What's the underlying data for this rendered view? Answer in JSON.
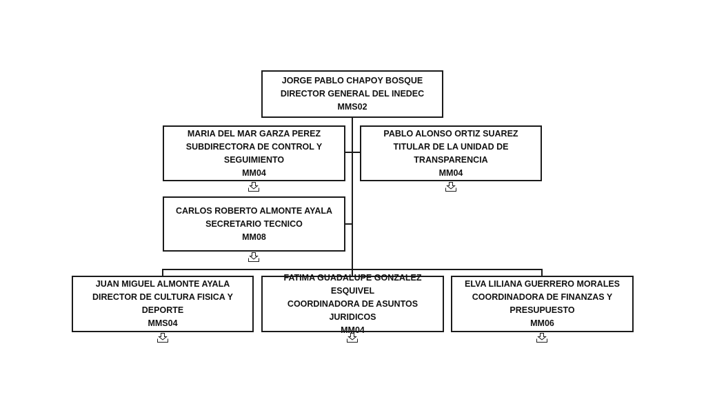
{
  "colors": {
    "line": "#1a1a1a",
    "box_border": "#1a1a1a",
    "text": "#111111",
    "background": "#ffffff"
  },
  "nodes": {
    "director_general": {
      "name": "JORGE PABLO CHAPOY BOSQUE",
      "title": "DIRECTOR GENERAL DEL INEDEC",
      "code": "MMS02"
    },
    "subdirectora_control": {
      "name": "MARIA DEL MAR GARZA PEREZ",
      "title_line1": "SUBDIRECTORA DE CONTROL Y",
      "title_line2": "SEGUIMIENTO",
      "code": "MM04"
    },
    "titular_transparencia": {
      "name": "PABLO ALONSO ORTIZ SUAREZ",
      "title_line1": "TITULAR DE LA UNIDAD DE",
      "title_line2": "TRANSPARENCIA",
      "code": "MM04"
    },
    "secretario_tecnico": {
      "name": "CARLOS ROBERTO ALMONTE AYALA",
      "title": "SECRETARIO TECNICO",
      "code": "MM08"
    },
    "director_cultura_fisica": {
      "name": "JUAN MIGUEL ALMONTE AYALA",
      "title": "DIRECTOR DE CULTURA FISICA Y DEPORTE",
      "code": "MMS04"
    },
    "coordinadora_juridicos": {
      "name_line1": "FATIMA GUADALUPE GONZALEZ",
      "name_line2": "ESQUIVEL",
      "title": "COORDINADORA DE ASUNTOS JURIDICOS",
      "code": "MM04"
    },
    "coordinadora_finanzas": {
      "name": "ELVA LILIANA GUERRERO MORALES",
      "title_line1": "COORDINADORA DE FINANZAS Y",
      "title_line2": "PRESUPUESTO",
      "code": "MM06"
    }
  },
  "expand_icon": "down-arrow-tray-icon"
}
